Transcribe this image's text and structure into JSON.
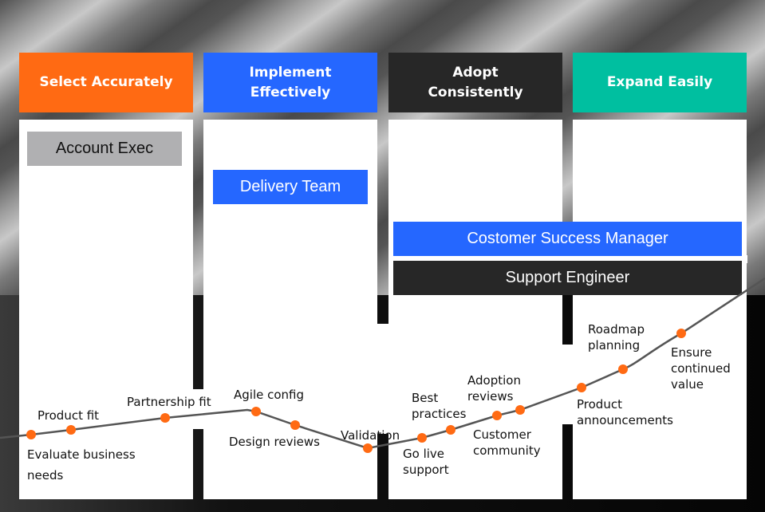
{
  "colors": {
    "select": "#ff6a13",
    "implement": "#2567ff",
    "adopt": "#272727",
    "expand": "#00bfa0",
    "account_exec": "#b0b0b2",
    "milestone_dot": "#ff6a13",
    "curve": "#555555"
  },
  "phases": [
    {
      "title": "Select Accurately"
    },
    {
      "title": "Implement Effectively"
    },
    {
      "title": "Adopt Consistently"
    },
    {
      "title": "Expand Easily"
    }
  ],
  "roles": {
    "account_exec": "Account Exec",
    "delivery_team": "Delivery Team",
    "csm": "Costomer Success Manager",
    "support_engineer": "Support Engineer"
  },
  "milestones": [
    {
      "label": "Evaluate business needs"
    },
    {
      "label": "Product fit"
    },
    {
      "label": "Partnership fit"
    },
    {
      "label": "Agile config"
    },
    {
      "label": "Design reviews"
    },
    {
      "label": "Validation"
    },
    {
      "label": "Go live support"
    },
    {
      "label": "Best practices"
    },
    {
      "label": "Customer community"
    },
    {
      "label": "Adoption reviews"
    },
    {
      "label": "Product announcements"
    },
    {
      "label": "Roadmap planning"
    },
    {
      "label": "Ensure continued value"
    }
  ]
}
